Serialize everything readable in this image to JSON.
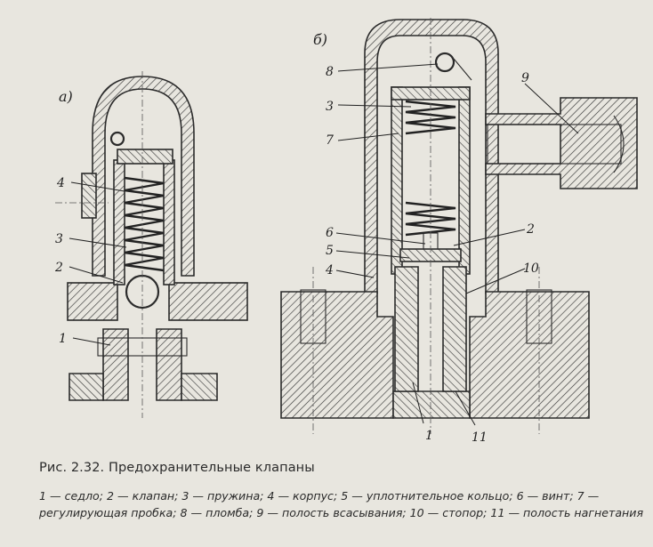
{
  "figure": {
    "variant_a": "а)",
    "variant_b": "б)",
    "callouts_a": [
      "4",
      "3",
      "2",
      "1"
    ],
    "callouts_b": [
      "8",
      "3",
      "7",
      "6",
      "5",
      "4",
      "9",
      "2",
      "10",
      "1",
      "11"
    ]
  },
  "caption": {
    "title": "Рис. 2.32. Предохранительные клапаны",
    "legend": "1 — седло; 2 — клапан; 3 — пружина; 4 — корпус; 5 — уплотнительное кольцо; 6 — винт; 7 — регулирующая пробка; 8 — пломба; 9 — полость всасывания; 10 — стопор; 11 — полость нагнетания"
  }
}
